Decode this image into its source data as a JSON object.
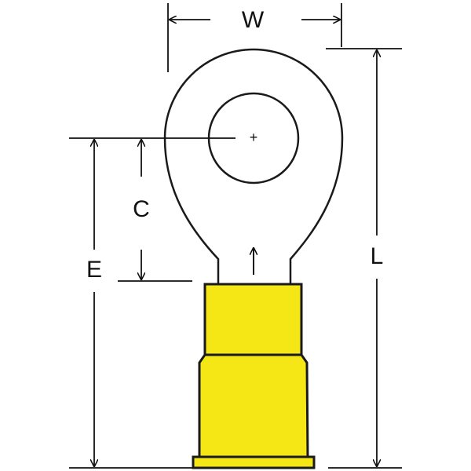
{
  "diagram": {
    "dimension_labels": {
      "width": "W",
      "length": "L",
      "center_to_barrel": "C",
      "center_to_end": "E",
      "stud_center_mark": "+"
    },
    "colors": {
      "insulation": "#f5e616",
      "outline": "#1a1a1a",
      "background": "#ffffff"
    }
  }
}
